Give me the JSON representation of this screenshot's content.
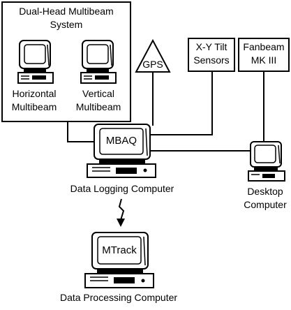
{
  "dual_head": {
    "title_line1": "Dual-Head Multibeam",
    "title_line2": "System",
    "horizontal_line1": "Horizontal",
    "horizontal_line2": "Multibeam",
    "vertical_line1": "Vertical",
    "vertical_line2": "Multibeam"
  },
  "gps": {
    "label": "GPS"
  },
  "tilt_sensors": {
    "line1": "X-Y Tilt",
    "line2": "Sensors"
  },
  "fanbeam": {
    "line1": "Fanbeam",
    "line2": "MK III"
  },
  "logging_computer": {
    "screen_label": "MBAQ",
    "caption": "Data Logging Computer"
  },
  "desktop_computer": {
    "line1": "Desktop",
    "line2": "Computer"
  },
  "processing_computer": {
    "screen_label": "MTrack",
    "caption": "Data Processing Computer"
  },
  "colors": {
    "ink": "#000000",
    "background": "#ffffff",
    "screen": "#ffffff"
  }
}
